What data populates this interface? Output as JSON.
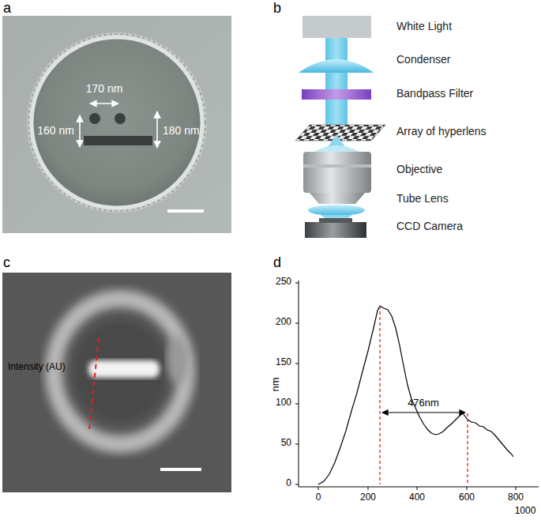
{
  "diagram": {
    "labels": [
      "a",
      "170 nm",
      "160 nm",
      "180 nm",
      "b",
      "White Light",
      "Condenser",
      "Bandpass Filter",
      "Array of hyperlens",
      "Objective",
      "Tube Lens",
      "CCD Camera",
      "c",
      "d",
      "250",
      "200",
      "150",
      "100",
      "50",
      "0",
      "476nm",
      "0",
      "200",
      "400",
      "600",
      "800",
      "1000",
      "nm",
      "Intensity (AU)"
    ]
  }
}
